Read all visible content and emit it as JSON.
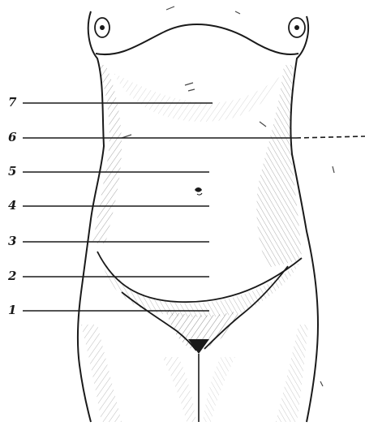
{
  "figure": {
    "labels": [
      {
        "id": "7",
        "text": "7"
      },
      {
        "id": "6",
        "text": "6"
      },
      {
        "id": "5",
        "text": "5"
      },
      {
        "id": "4",
        "text": "4"
      },
      {
        "id": "3",
        "text": "3"
      },
      {
        "id": "2",
        "text": "2"
      },
      {
        "id": "1",
        "text": "1"
      }
    ],
    "ink_color": "#1a1a1a",
    "paper_color": "#ffffff"
  }
}
